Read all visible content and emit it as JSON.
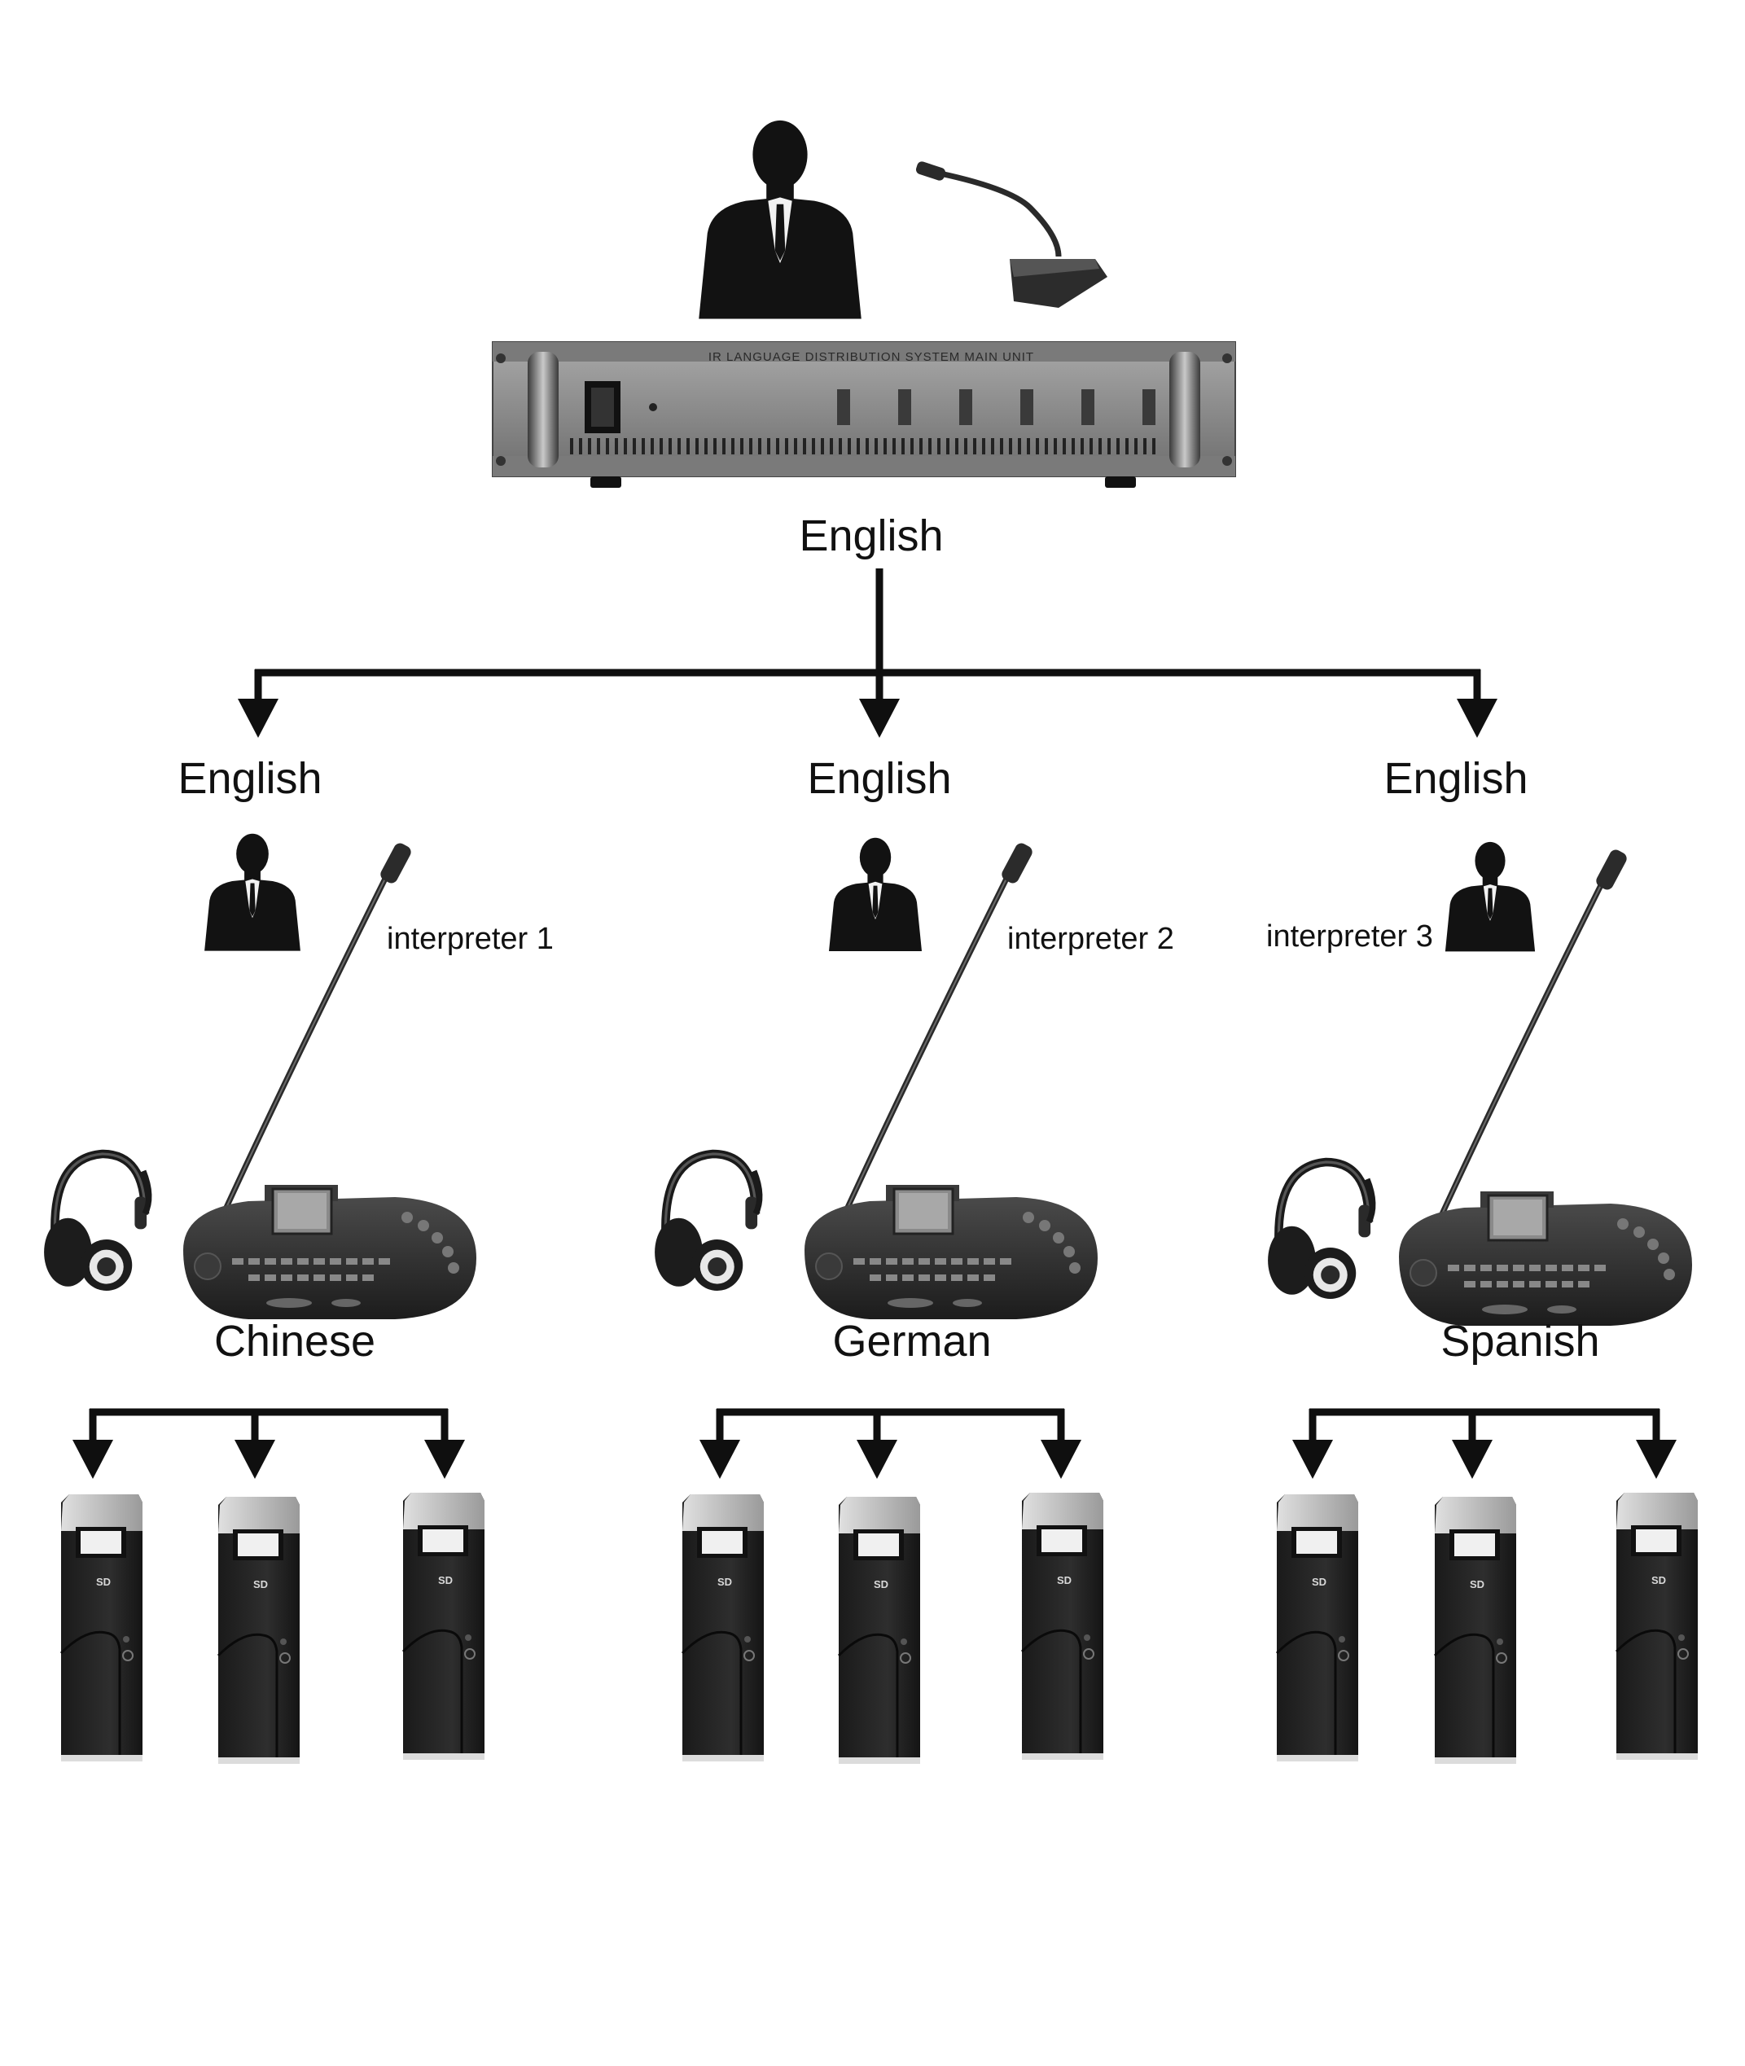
{
  "main_unit": {
    "title": "IR LANGUAGE DISTRIBUTION SYSTEM MAIN UNIT",
    "output_language": "English"
  },
  "branches": [
    {
      "input_language": "English",
      "interpreter": "interpreter 1",
      "output_language": "Chinese"
    },
    {
      "input_language": "English",
      "interpreter": "interpreter 2",
      "output_language": "German"
    },
    {
      "input_language": "English",
      "interpreter": "interpreter 3",
      "output_language": "Spanish"
    }
  ],
  "receiver_logo": "SD",
  "receivers_per_branch": 3,
  "icons": {
    "speaker": "speaker-silhouette-icon",
    "gooseneck_mic": "gooseneck-microphone-icon",
    "main_unit": "rack-main-unit-icon",
    "interpreter": "interpreter-silhouette-icon",
    "console": "interpreter-console-icon",
    "headphones": "headphones-icon",
    "receiver": "ir-receiver-icon"
  },
  "colors": {
    "line": "#0f0f0f",
    "device": "#262626",
    "panel": "#8c8c8c",
    "silhouette": "#121212"
  }
}
